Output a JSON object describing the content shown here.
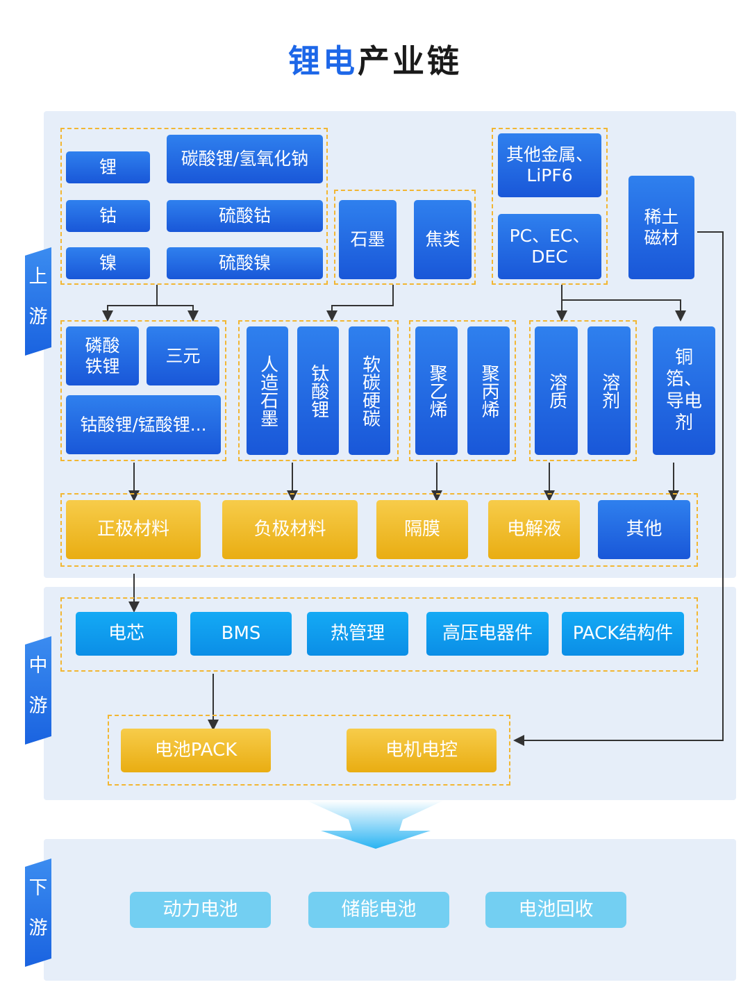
{
  "title": {
    "part1": "锂电",
    "part2": "产业链"
  },
  "stages": {
    "upstream": "上游",
    "midstream": "中游",
    "downstream": "下游"
  },
  "upstream": {
    "raw_left": {
      "metals": [
        "锂",
        "钴",
        "镍"
      ],
      "compounds": [
        "碳酸锂/氢氧化钠",
        "硫酸钴",
        "硫酸镍"
      ]
    },
    "graphite": [
      "石墨",
      "焦类"
    ],
    "other_metals": [
      "其他金属、LiPF6",
      "PC、EC、DEC"
    ],
    "rare_earth": "稀土磁材",
    "cathode_types": [
      "磷酸铁锂",
      "三元",
      "钴酸锂/锰酸锂..."
    ],
    "anode_types": [
      "人造石墨",
      "钛酸锂",
      "软碳硬碳"
    ],
    "separator_types": [
      "聚乙烯",
      "聚丙烯"
    ],
    "electrolyte_types": [
      "溶质",
      "溶剂"
    ],
    "other_types": "铜箔、导电剂",
    "materials": [
      "正极材料",
      "负极材料",
      "隔膜",
      "电解液",
      "其他"
    ]
  },
  "midstream": {
    "components": [
      "电芯",
      "BMS",
      "热管理",
      "高压电器件",
      "PACK结构件"
    ],
    "assemblies": [
      "电池PACK",
      "电机电控"
    ]
  },
  "downstream": {
    "applications": [
      "动力电池",
      "储能电池",
      "电池回收"
    ]
  },
  "colors": {
    "blue": "#1d67e8",
    "yellow": "#f2b632",
    "cyan": "#0b8ee6",
    "light": "#73cff2",
    "panel": "#e6eef9"
  }
}
